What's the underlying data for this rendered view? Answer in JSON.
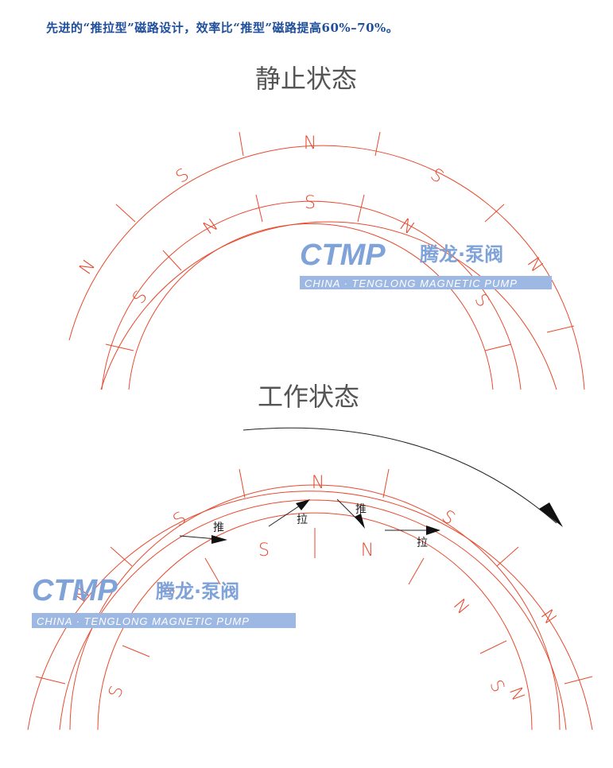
{
  "headline": "先进的“推拉型”磁路设计，效率比“推型”磁路提高60%–70%。",
  "static_state": {
    "title": "静止状态",
    "outer_poles": [
      "N",
      "S",
      "N",
      "S",
      "N"
    ],
    "inner_poles": [
      "S",
      "N",
      "S",
      "N",
      "S"
    ]
  },
  "working_state": {
    "title": "工作状态",
    "outer_poles": [
      "N",
      "S",
      "N",
      "S",
      "N",
      "N"
    ],
    "inner_poles": [
      "S",
      "N",
      "S",
      "N",
      "S",
      "S"
    ],
    "arrows": [
      {
        "label": "推"
      },
      {
        "label": "拉"
      },
      {
        "label": "推"
      },
      {
        "label": "拉"
      }
    ]
  },
  "watermark": {
    "logo": "CTMP",
    "cn_text": "腾龙·泵阀",
    "tagline": "CHINA · TENGLONG MAGNETIC PUMP",
    "color": "#7fa3d8"
  },
  "colors": {
    "magnet_lines": "#e64a2e",
    "headline": "#1f4e9a"
  }
}
